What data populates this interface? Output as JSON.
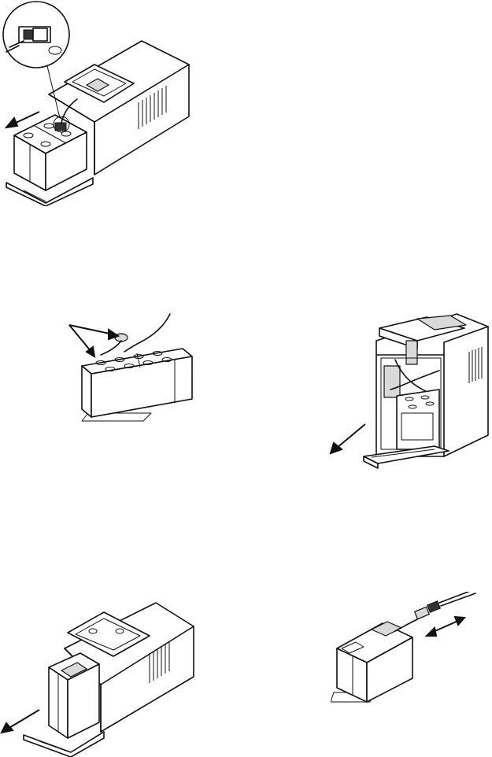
{
  "figure": {
    "type": "battery replacement illustration sequence",
    "panels": [
      {
        "id": "ups-open-front-connector-detail",
        "arrow_direction": "down-left"
      },
      {
        "id": "battery-pair-unplug-leads",
        "arrow_direction": "toward-connector"
      },
      {
        "id": "tower-battery-bay-pull-out",
        "arrow_direction": "down-left"
      },
      {
        "id": "ups-slide-battery-out",
        "arrow_direction": "down-left"
      },
      {
        "id": "battery-connector-plug",
        "arrow_direction": "bidirectional"
      }
    ]
  },
  "colors": {
    "line": "#111111",
    "fill": "#ffffff",
    "shade": "#d9d9d9"
  }
}
